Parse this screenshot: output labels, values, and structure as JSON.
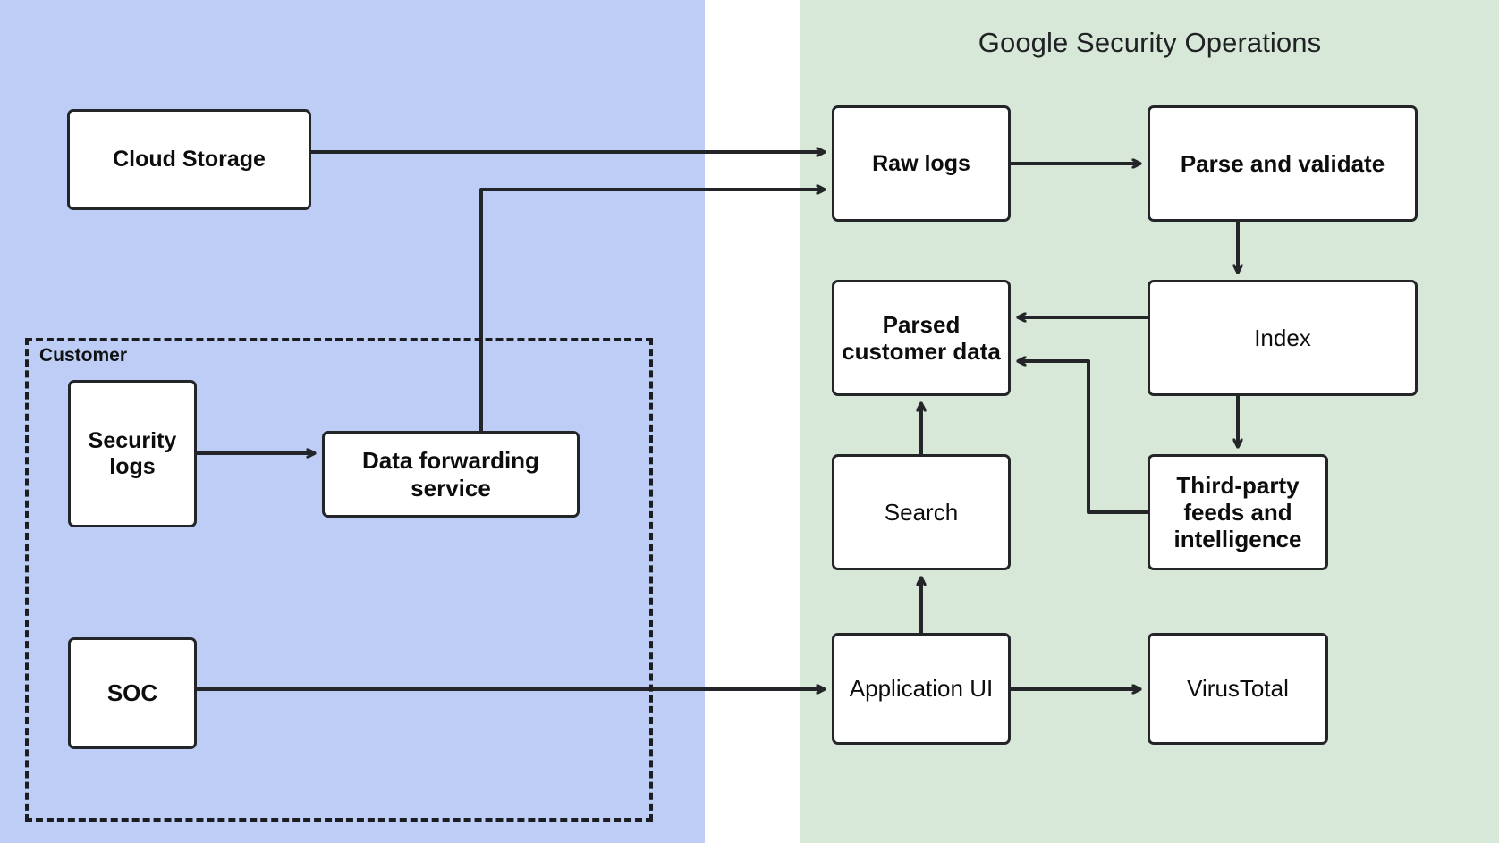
{
  "diagram": {
    "type": "flow-architecture",
    "panels": [
      {
        "id": "customer-env",
        "label": "",
        "color": "#bdcdf5"
      },
      {
        "id": "gso",
        "label": "Google Security Operations",
        "color": "#d8e8d8"
      }
    ],
    "groups": [
      {
        "id": "customer",
        "label": "Customer",
        "style": "dashed"
      }
    ],
    "nodes": [
      {
        "id": "cloud-storage",
        "label": "Cloud Storage",
        "panel": "customer-env",
        "weight": "bold"
      },
      {
        "id": "security-logs",
        "label": "Security logs",
        "panel": "customer-env",
        "group": "customer",
        "weight": "bold"
      },
      {
        "id": "data-forwarding",
        "label": "Data forwarding service",
        "panel": "customer-env",
        "group": "customer",
        "weight": "bold"
      },
      {
        "id": "soc",
        "label": "SOC",
        "panel": "customer-env",
        "group": "customer",
        "weight": "bold"
      },
      {
        "id": "raw-logs",
        "label": "Raw logs",
        "panel": "gso",
        "weight": "bold"
      },
      {
        "id": "parse-validate",
        "label": "Parse and validate",
        "panel": "gso",
        "weight": "bold"
      },
      {
        "id": "parsed-data",
        "label": "Parsed customer data",
        "panel": "gso",
        "weight": "bold"
      },
      {
        "id": "index",
        "label": "Index",
        "panel": "gso",
        "weight": "regular"
      },
      {
        "id": "search",
        "label": "Search",
        "panel": "gso",
        "weight": "regular"
      },
      {
        "id": "thirdparty",
        "label": "Third-party feeds and intelligence",
        "panel": "gso",
        "weight": "bold"
      },
      {
        "id": "app-ui",
        "label": "Application UI",
        "panel": "gso",
        "weight": "regular"
      },
      {
        "id": "virustotal",
        "label": "VirusTotal",
        "panel": "gso",
        "weight": "regular"
      }
    ],
    "edges": [
      {
        "from": "cloud-storage",
        "to": "raw-logs",
        "style": "straight"
      },
      {
        "from": "data-forwarding",
        "to": "raw-logs",
        "style": "orthogonal"
      },
      {
        "from": "security-logs",
        "to": "data-forwarding",
        "style": "straight"
      },
      {
        "from": "soc",
        "to": "app-ui",
        "style": "straight"
      },
      {
        "from": "raw-logs",
        "to": "parse-validate",
        "style": "straight"
      },
      {
        "from": "parse-validate",
        "to": "index",
        "style": "straight"
      },
      {
        "from": "index",
        "to": "parsed-data",
        "style": "straight"
      },
      {
        "from": "index",
        "to": "thirdparty",
        "style": "straight"
      },
      {
        "from": "thirdparty",
        "to": "parsed-data",
        "style": "orthogonal"
      },
      {
        "from": "search",
        "to": "parsed-data",
        "style": "straight"
      },
      {
        "from": "app-ui",
        "to": "search",
        "style": "straight"
      },
      {
        "from": "app-ui",
        "to": "virustotal",
        "style": "straight"
      }
    ],
    "colors": {
      "stroke": "#232528",
      "node_fill": "#ffffff",
      "panel_customer": "#bdcdf5",
      "panel_gso": "#d8e8d8",
      "text": "#0d0d0d",
      "title_text": "#202124"
    }
  }
}
